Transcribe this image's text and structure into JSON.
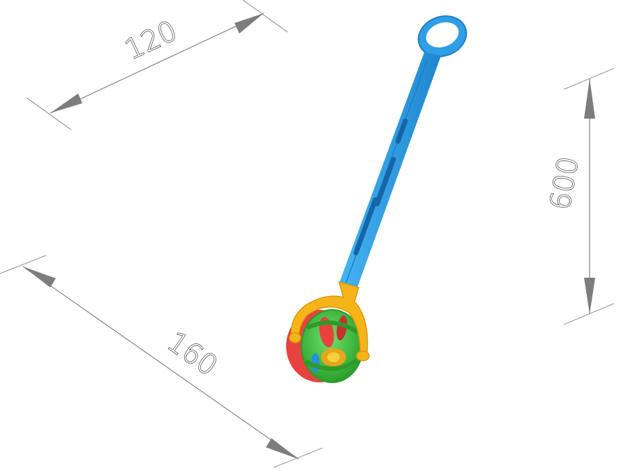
{
  "dimensions": {
    "width": "120",
    "depth": "160",
    "height": "600"
  },
  "colors": {
    "handle": "#2f9ee6",
    "handle_dark": "#1f7fc4",
    "fork": "#f5b418",
    "ball_green": "#3dc43a",
    "ball_red": "#e8423f",
    "dim_line": "#8c8c8c"
  }
}
